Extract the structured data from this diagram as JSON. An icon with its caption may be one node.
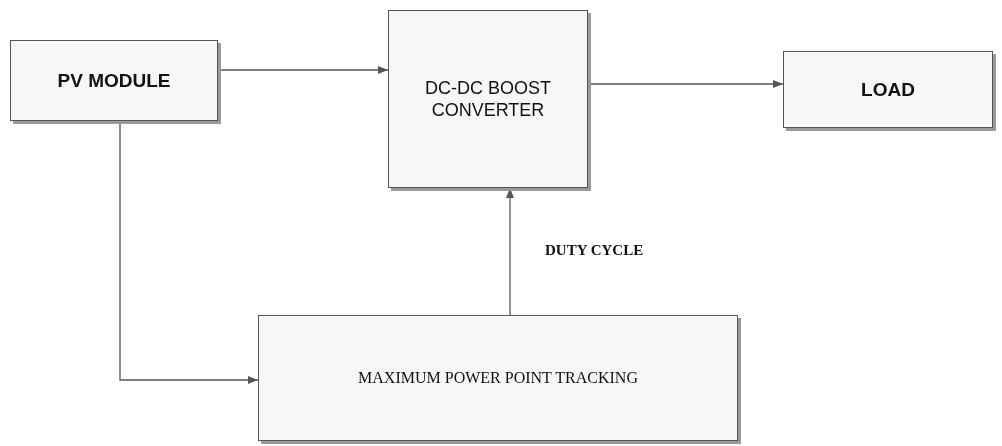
{
  "diagram": {
    "nodes": [
      {
        "text": [
          "PV MODULE"
        ]
      },
      {
        "text": [
          "DC-DC BOOST CONVERTER"
        ]
      },
      {
        "text": [
          "LOAD"
        ]
      },
      {
        "text": [
          "MAXIMUM POWER POINT TRACKING"
        ]
      }
    ],
    "edges": [
      {
        "from": 0,
        "to": 1,
        "arrow": "to"
      },
      {
        "from": 1,
        "to": 2,
        "arrow": "to"
      },
      {
        "from": 0,
        "to": 3,
        "arrow": "to"
      },
      {
        "from": 3,
        "to": 1,
        "arrow": "to",
        "label": "DUTY CYCLE"
      }
    ]
  }
}
